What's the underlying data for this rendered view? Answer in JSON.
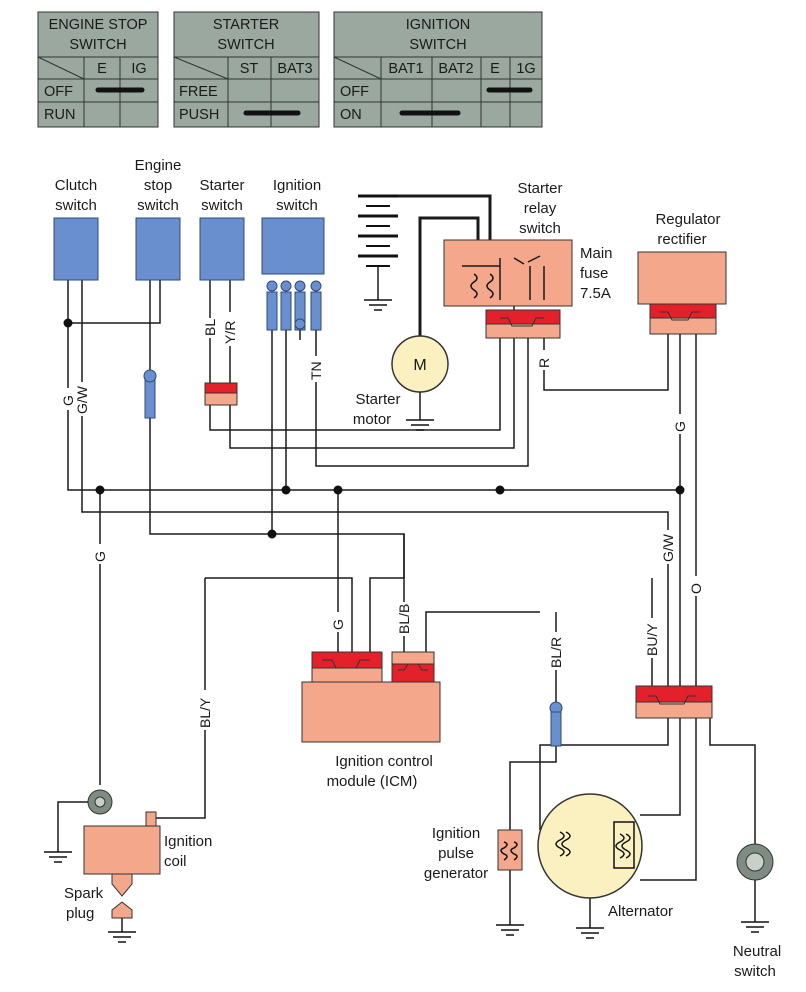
{
  "tables": {
    "engine_stop": {
      "title_line1": "ENGINE STOP",
      "title_line2": "SWITCH",
      "col_e": "E",
      "col_ig": "IG",
      "row_off": "OFF",
      "row_run": "RUN"
    },
    "starter": {
      "title_line1": "STARTER",
      "title_line2": "SWITCH",
      "col_st": "ST",
      "col_bat3": "BAT3",
      "row_free": "FREE",
      "row_push": "PUSH"
    },
    "ignition": {
      "title_line1": "IGNITION",
      "title_line2": "SWITCH",
      "col_bat1": "BAT1",
      "col_bat2": "BAT2",
      "col_e": "E",
      "col_1g": "1G",
      "row_off": "OFF",
      "row_on": "ON"
    }
  },
  "components": {
    "clutch_switch": [
      "Clutch",
      "switch"
    ],
    "engine_stop_switch": [
      "Engine",
      "stop",
      "switch"
    ],
    "starter_switch": [
      "Starter",
      "switch"
    ],
    "ignition_switch": [
      "Ignition",
      "switch"
    ],
    "starter_relay": [
      "Starter",
      "relay",
      "switch"
    ],
    "main_fuse": [
      "Main",
      "fuse",
      "7.5A"
    ],
    "regulator": [
      "Regulator",
      "rectifier"
    ],
    "starter_motor": [
      "Starter",
      "motor"
    ],
    "motor_symbol": "M",
    "icm": [
      "Ignition control",
      "module (ICM)"
    ],
    "ignition_coil": [
      "Ignition",
      "coil"
    ],
    "spark_plug": [
      "Spark",
      "plug"
    ],
    "pulse_generator": [
      "Ignition",
      "pulse",
      "generator"
    ],
    "alternator": "Alternator",
    "neutral_switch": [
      "Neutral",
      "switch"
    ]
  },
  "wires": {
    "g_clutch": "G",
    "gw_clutch": "G/W",
    "bl_starter": "BL",
    "yr_starter": "Y/R",
    "tn_ignition": "TN",
    "r_fuse": "R",
    "g_regulator": "G",
    "g_coil": "G",
    "gw_right": "G/W",
    "o_right": "O",
    "g_icm": "G",
    "blb_icm": "BL/B",
    "blr_pulse": "BL/R",
    "buy_right": "BU/Y",
    "bly_coil": "BL/Y"
  },
  "colors": {
    "switch_blue": "#6a8fcf",
    "connector_red": "#e4202b",
    "module_salmon": "#f4a78a",
    "table_grey": "#9aa8a0",
    "alternator_yellow": "#fbf0c0"
  }
}
